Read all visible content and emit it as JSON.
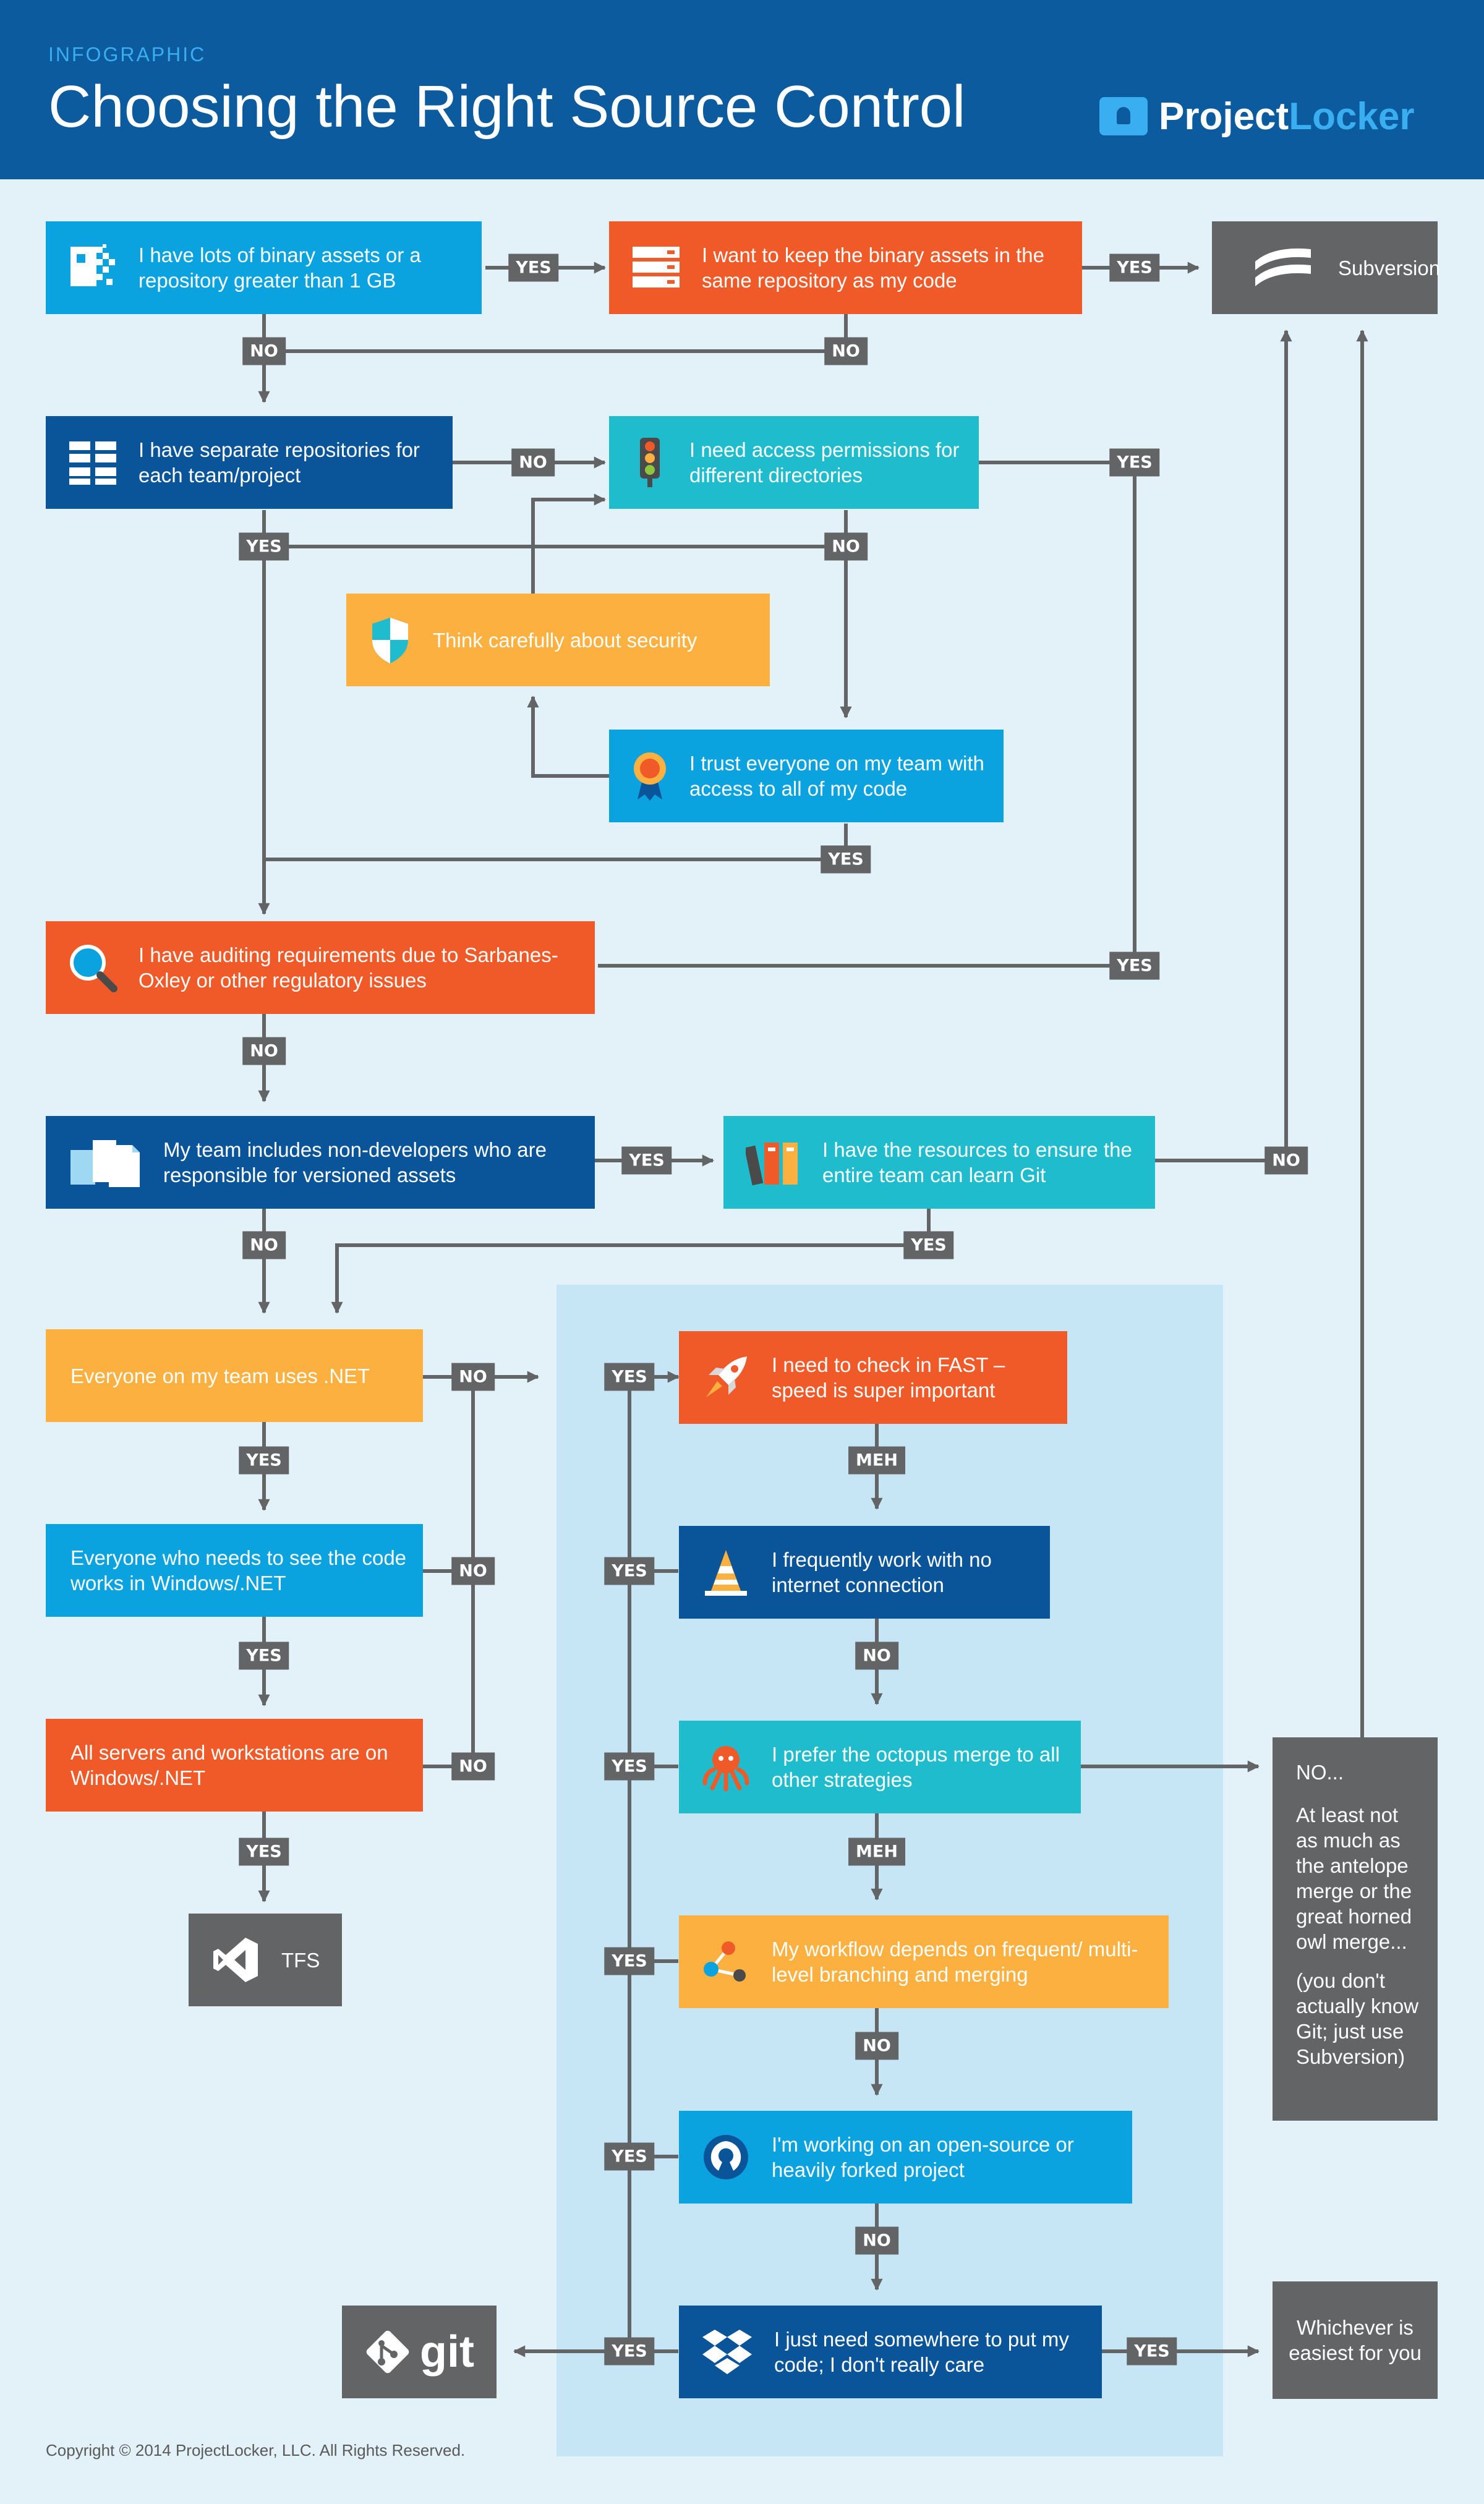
{
  "header": {
    "kicker": "INFOGRAPHIC",
    "title": "Choosing the Right Source Control",
    "logo_part1": "Project",
    "logo_part2": "Locker"
  },
  "nodes": {
    "binary_assets": "I have lots of binary assets or a repository greater than 1 GB",
    "keep_binary": "I want to keep the binary assets in the same repository as my code",
    "subversion": "Subversion",
    "separate_repos": "I have separate repositories for each team/project",
    "access_permissions": "I need access permissions for different directories",
    "think_security": "Think carefully about security",
    "trust_everyone": "I trust everyone on my team with access to all of my code",
    "auditing": "I have auditing requirements due to Sarbanes-Oxley or other regulatory issues",
    "non_developers": "My team includes non-developers who are responsible for versioned assets",
    "resources_learn_git": "I have the resources to ensure the entire team can learn Git",
    "uses_net": "Everyone on my team uses .NET",
    "windows_net": "Everyone who needs to see the code works in Windows/.NET",
    "servers_windows": "All servers and workstations are on Windows/.NET",
    "tfs": "TFS",
    "check_in_fast": "I need to check in FAST – speed is super important",
    "no_internet": "I frequently work with no internet connection",
    "octopus_merge": "I prefer the octopus merge to all other strategies",
    "branching_merging": "My workflow depends on frequent/ multi-level branching and merging",
    "open_source": "I'm working on an open-source or heavily forked project",
    "somewhere_put": "I just need somewhere to put my code; I don't really care",
    "git": "git",
    "whichever": "Whichever is easiest for you",
    "octopus_note_1": "NO...",
    "octopus_note_2": "At least not as much as the antelope merge or the great horned owl merge...",
    "octopus_note_3": "(you don't actually know Git; just use Subversion)"
  },
  "labels": {
    "yes": "YES",
    "no": "NO",
    "meh": "MEH"
  },
  "footer": "Copyright © 2014 ProjectLocker, LLC. All Rights Reserved.",
  "colors": {
    "header": "#0d5b9f",
    "background": "#e3f2f8",
    "band": "#c6e6f6",
    "blue": "#0ba2e0",
    "orange": "#ef5a28",
    "navy": "#0a5499",
    "teal": "#1fbcce",
    "yellow": "#fbb03f",
    "gray": "#636466",
    "line": "#636466"
  }
}
